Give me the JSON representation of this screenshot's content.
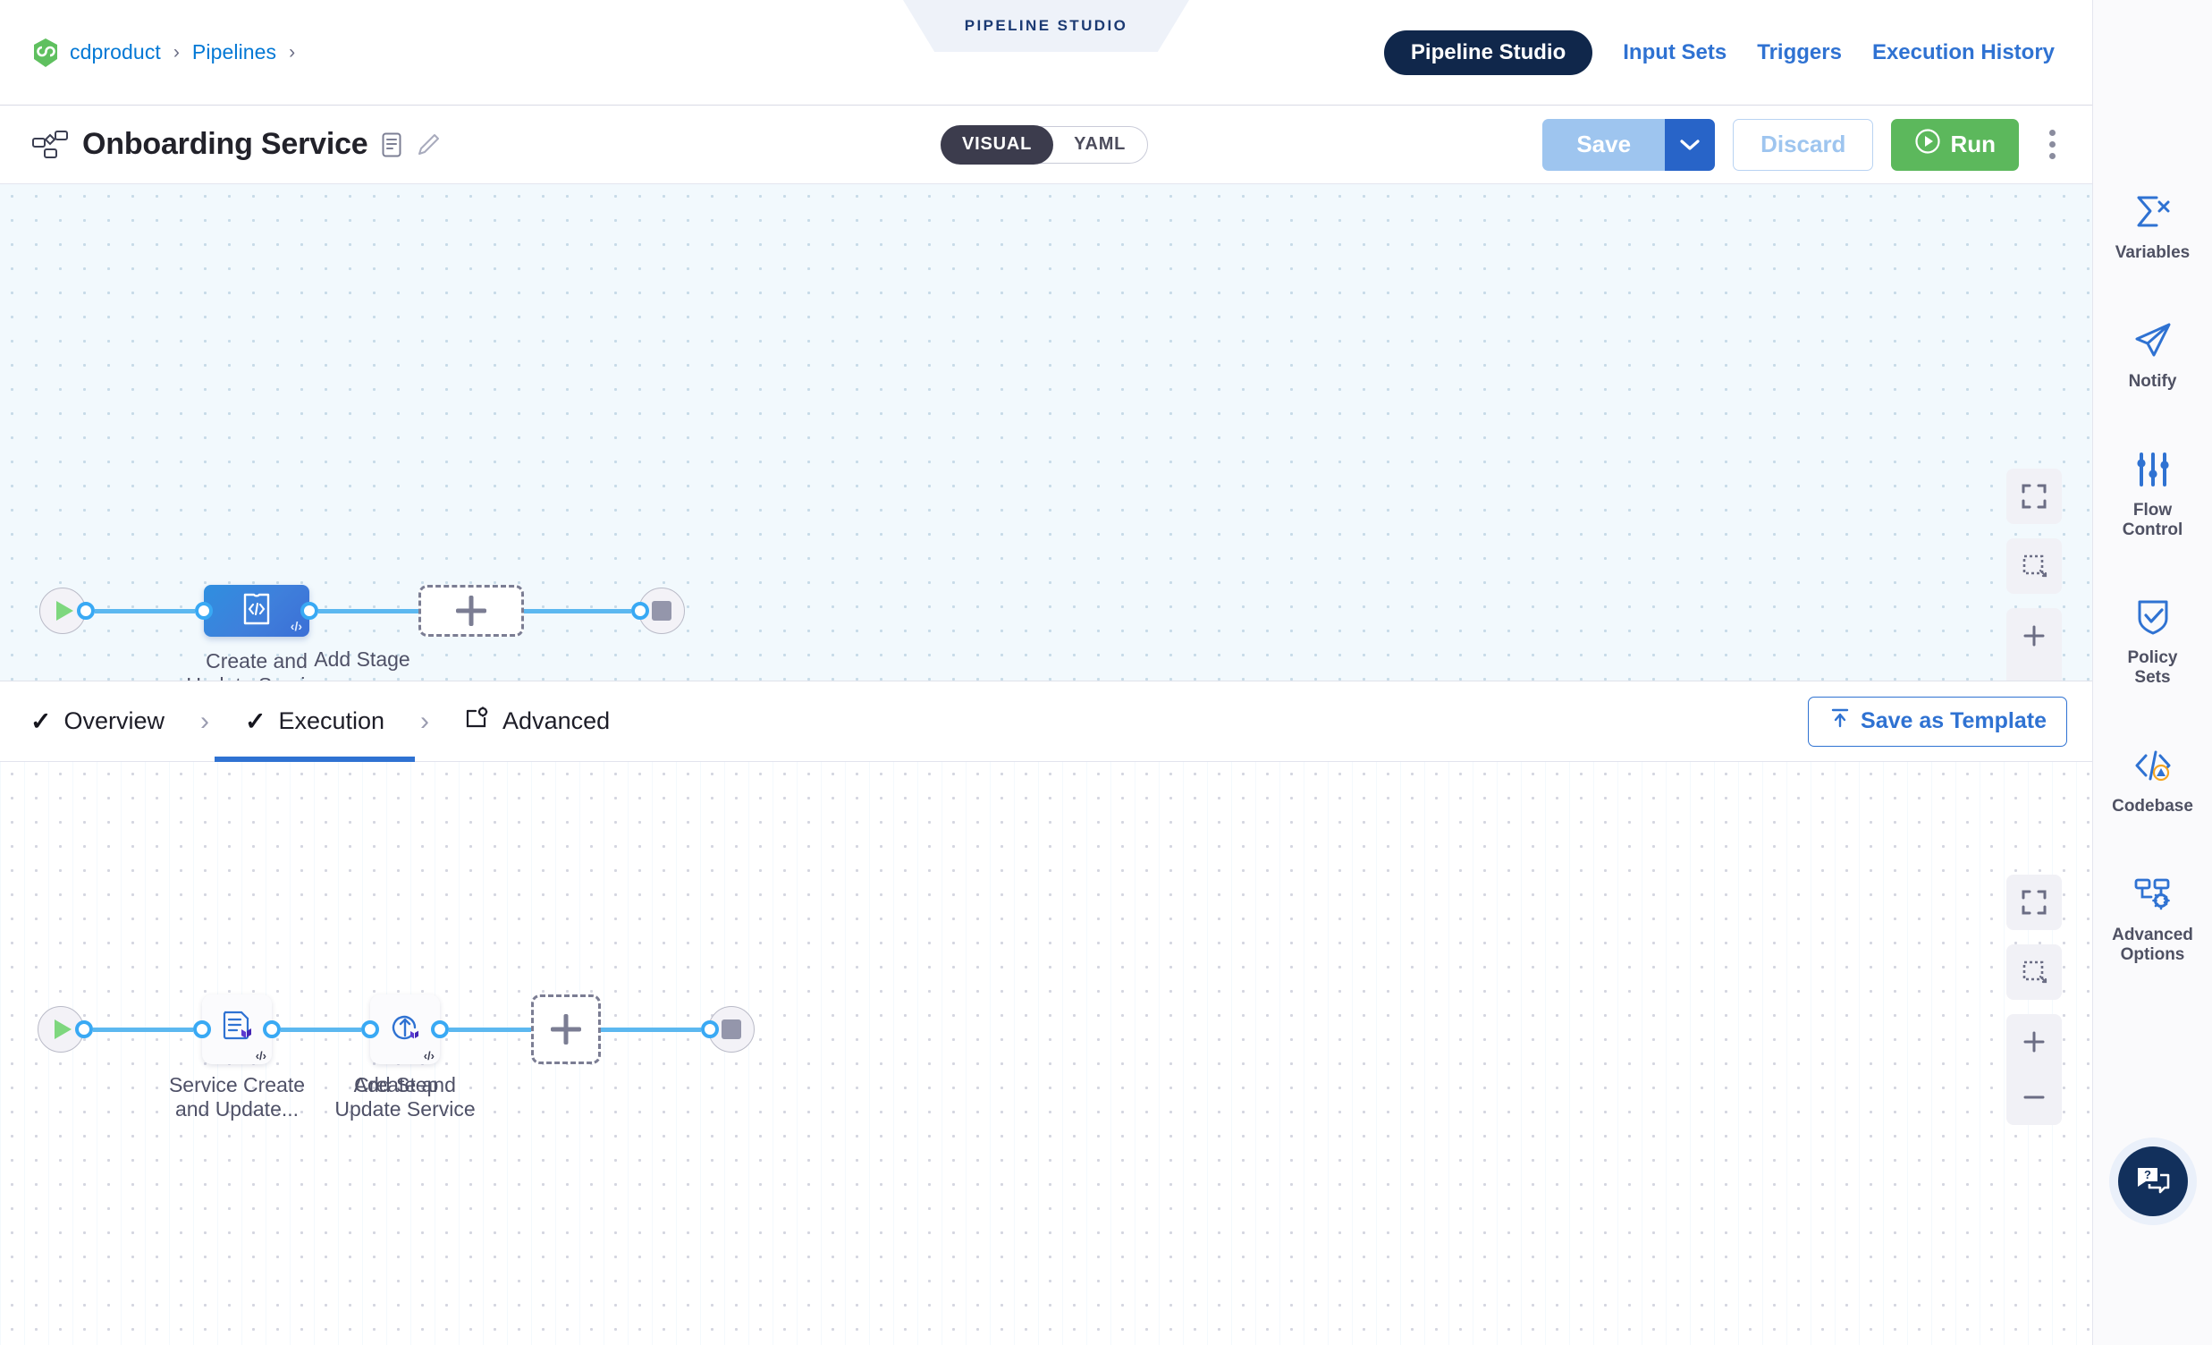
{
  "breadcrumb": {
    "logo_icon": "harness-logo-icon",
    "items": [
      "cdproduct",
      "Pipelines"
    ],
    "separator": "›"
  },
  "studio_ribbon": {
    "label": "PIPELINE STUDIO"
  },
  "top_nav": {
    "active": "Pipeline Studio",
    "items": [
      "Pipeline Studio",
      "Input Sets",
      "Triggers",
      "Execution History"
    ]
  },
  "title_bar": {
    "pipeline_icon": "pipeline-graph-icon",
    "title": "Onboarding Service",
    "description_icon": "description-icon",
    "edit_icon": "pencil-icon",
    "mode_toggle": {
      "options": [
        "VISUAL",
        "YAML"
      ],
      "active": "VISUAL"
    },
    "save_label": "Save",
    "save_caret_icon": "chevron-down-icon",
    "discard_label": "Discard",
    "run_label": "Run",
    "run_icon": "play-circle-icon",
    "more_icon": "kebab-menu-icon"
  },
  "stage_canvas": {
    "start_icon": "play-icon",
    "end_icon": "stop-icon",
    "nodes": [
      {
        "label": "Create and\nUpdate Service",
        "icon": "template-code-icon",
        "template_badge": "‹/›",
        "selected": true
      }
    ],
    "add_stage_label": "Add Stage",
    "add_icon": "plus-icon",
    "controls": [
      "fit-screen-icon",
      "selection-box-icon",
      "zoom-in-icon",
      "zoom-out-icon"
    ]
  },
  "tabs": {
    "items": [
      {
        "label": "Overview",
        "check": "✓",
        "active": false
      },
      {
        "label": "Execution",
        "check": "✓",
        "active": true
      },
      {
        "label": "Advanced",
        "icon": "advanced-settings-icon",
        "active": false
      }
    ],
    "chevron": "›",
    "save_as_template_label": "Save as Template",
    "save_as_template_icon": "upload-template-icon"
  },
  "execution_canvas": {
    "start_icon": "play-icon",
    "end_icon": "stop-icon",
    "steps": [
      {
        "label": "Service Create\nand Update...",
        "icon": "terraform-plan-icon",
        "template_badge": "‹/›"
      },
      {
        "label": "Create and\nUpdate Service",
        "icon": "terraform-apply-icon",
        "template_badge": "‹/›"
      }
    ],
    "add_step_label": "Add Step",
    "add_icon": "plus-icon",
    "controls": [
      "fit-screen-icon",
      "selection-box-icon",
      "zoom-in-icon",
      "zoom-out-icon"
    ]
  },
  "right_rail": {
    "items": [
      {
        "label": "Variables",
        "icon": "sigma-variables-icon"
      },
      {
        "label": "Notify",
        "icon": "paper-plane-icon"
      },
      {
        "label": "Flow\nControl",
        "icon": "sliders-icon"
      },
      {
        "label": "Policy\nSets",
        "icon": "shield-check-icon"
      },
      {
        "label": "Codebase",
        "icon": "code-warning-icon",
        "badge": "warning"
      },
      {
        "label": "Advanced\nOptions",
        "icon": "advanced-options-icon"
      }
    ],
    "help_icon": "help-chat-icon"
  },
  "colors": {
    "accent_blue": "#2f72d2",
    "nav_pill": "#10274b",
    "run_green": "#5cb85c",
    "wire_blue": "#5cb8f0",
    "port_blue": "#39a9f4",
    "stage_blue": "#3b7fdb",
    "canvas_top_bg": "#f2f9fd",
    "warning_orange": "#f5a623"
  }
}
